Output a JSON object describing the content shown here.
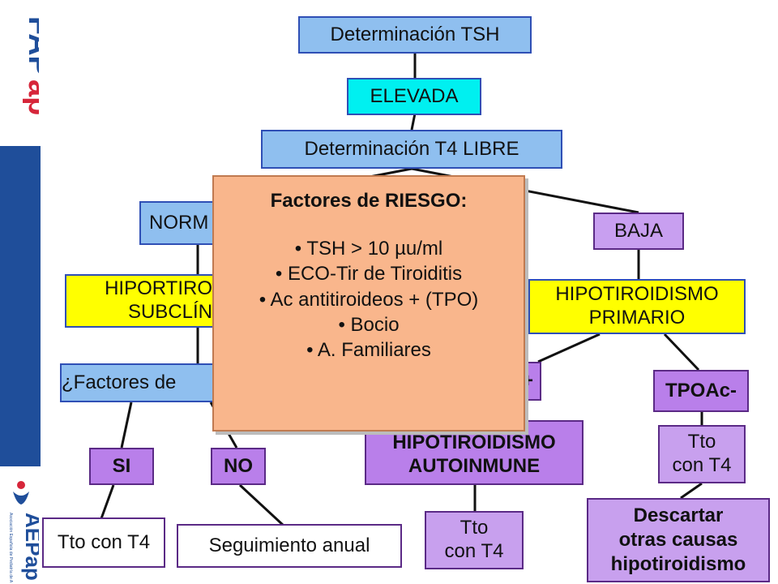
{
  "sidebar": {
    "top_logo": "FAPap",
    "bottom_logo": "AEPap"
  },
  "flow": {
    "tsh": "Determinación TSH",
    "elevada": "ELEVADA",
    "t4libre": "Determinación T4 LIBRE",
    "normal": "NORM",
    "baja": "BAJA",
    "hipo_sub_1": "HIPORTIRO",
    "hipo_sub_2": "SUBCLÍN",
    "hipo_prim_1": "HIPOTIROIDISMO",
    "hipo_prim_2": "PRIMARIO",
    "factores_q": "¿Factores de",
    "tpoac_pos": "+",
    "tpoac_neg": "TPOAc-",
    "si": "SI",
    "no": "NO",
    "hipo_auto_1": "HIPOTIROIDISMO",
    "hipo_auto_2": "AUTOINMUNE",
    "tto_t4_right_1": "Tto",
    "tto_t4_right_2": "con T4",
    "tto_t4_left": "Tto con T4",
    "seguimiento": "Seguimiento anual",
    "tto_t4_mid_1": "Tto",
    "tto_t4_mid_2": "con T4",
    "descartar_1": "Descartar",
    "descartar_2": "otras causas",
    "descartar_3": "hipotiroidismo"
  },
  "popup": {
    "title": "Factores de RIESGO:",
    "items": [
      "• TSH > 10 µu/ml",
      "• ECO-Tir de Tiroiditis",
      "• Ac antitiroideos + (TPO)",
      "• Bocio",
      "• A. Familiares"
    ]
  },
  "colors": {
    "blue_box": "#8fbfef",
    "cyan_box": "#00f0f0",
    "yellow_box": "#ffff00",
    "purple_box": "#c89ff0",
    "popup_bg": "#f9b68c",
    "sidebar_blue": "#1f4e9a",
    "logo_red": "#d6263a"
  }
}
